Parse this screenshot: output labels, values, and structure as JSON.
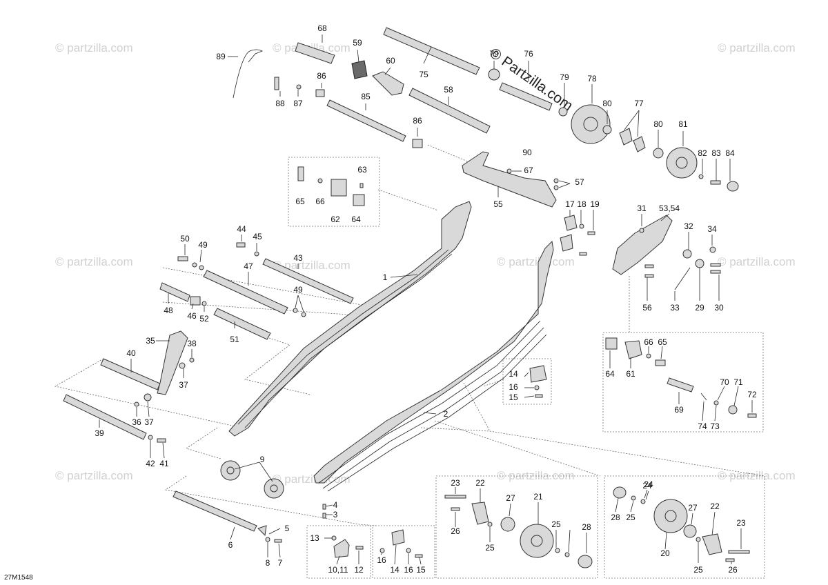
{
  "diagram": {
    "drawing_code": "27M1548",
    "copyright": "© Partzilla.com",
    "watermark": "© partzilla.com",
    "callouts": [
      "68",
      "59",
      "79",
      "76",
      "89",
      "60",
      "75",
      "78",
      "88",
      "87",
      "86",
      "85",
      "58",
      "79",
      "80",
      "77",
      "86",
      "80",
      "81",
      "90",
      "63",
      "67",
      "82",
      "83",
      "84",
      "57",
      "65",
      "66",
      "62",
      "64",
      "55",
      "17",
      "18",
      "19",
      "31",
      "53,54",
      "44",
      "45",
      "50",
      "49",
      "43",
      "1",
      "32",
      "34",
      "47",
      "49",
      "48",
      "46",
      "52",
      "51",
      "56",
      "33",
      "29",
      "30",
      "35",
      "38",
      "40",
      "37",
      "14",
      "16",
      "15",
      "64",
      "61",
      "66",
      "65",
      "70",
      "71",
      "36",
      "37",
      "2",
      "69",
      "74",
      "73",
      "72",
      "39",
      "9",
      "42",
      "41",
      "23",
      "22",
      "24",
      "4",
      "3",
      "27",
      "21",
      "28",
      "22",
      "27",
      "23",
      "5",
      "28",
      "25",
      "24",
      "25",
      "6",
      "26",
      "25",
      "13",
      "20",
      "8",
      "7",
      "10,11",
      "12",
      "16",
      "14",
      "16",
      "15",
      "25",
      "26"
    ]
  }
}
